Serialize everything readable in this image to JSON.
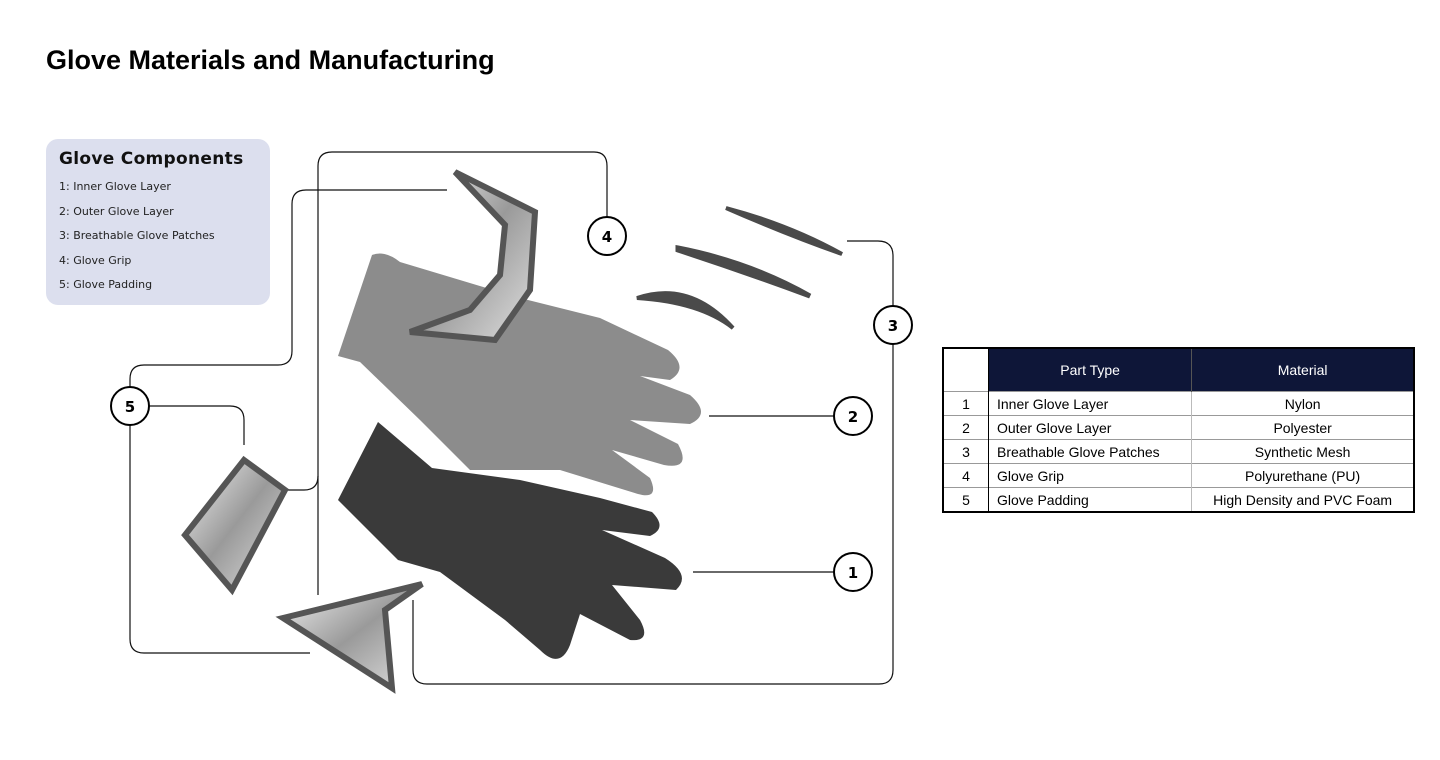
{
  "title": "Glove Materials and Manufacturing",
  "legend": {
    "heading": "Glove Components",
    "items": [
      "1: Inner Glove Layer",
      "2: Outer Glove Layer",
      "3: Breathable Glove Patches",
      "4: Glove Grip",
      "5: Glove Padding"
    ]
  },
  "callouts": [
    "1",
    "2",
    "3",
    "4",
    "5"
  ],
  "table": {
    "headers": [
      "",
      "Part Type",
      "Material"
    ],
    "rows": [
      {
        "num": "1",
        "part": "Inner Glove Layer",
        "material": "Nylon"
      },
      {
        "num": "2",
        "part": "Outer Glove Layer",
        "material": "Polyester"
      },
      {
        "num": "3",
        "part": "Breathable Glove Patches",
        "material": "Synthetic Mesh"
      },
      {
        "num": "4",
        "part": "Glove Grip",
        "material": "Polyurethane (PU)"
      },
      {
        "num": "5",
        "part": "Glove Padding",
        "material": "High Density and PVC Foam"
      }
    ]
  },
  "colors": {
    "header": "#0e1638",
    "legend_bg": "#dcdfee",
    "inner_glove": "#3a3a3a",
    "outer_glove": "#8c8c8c"
  }
}
